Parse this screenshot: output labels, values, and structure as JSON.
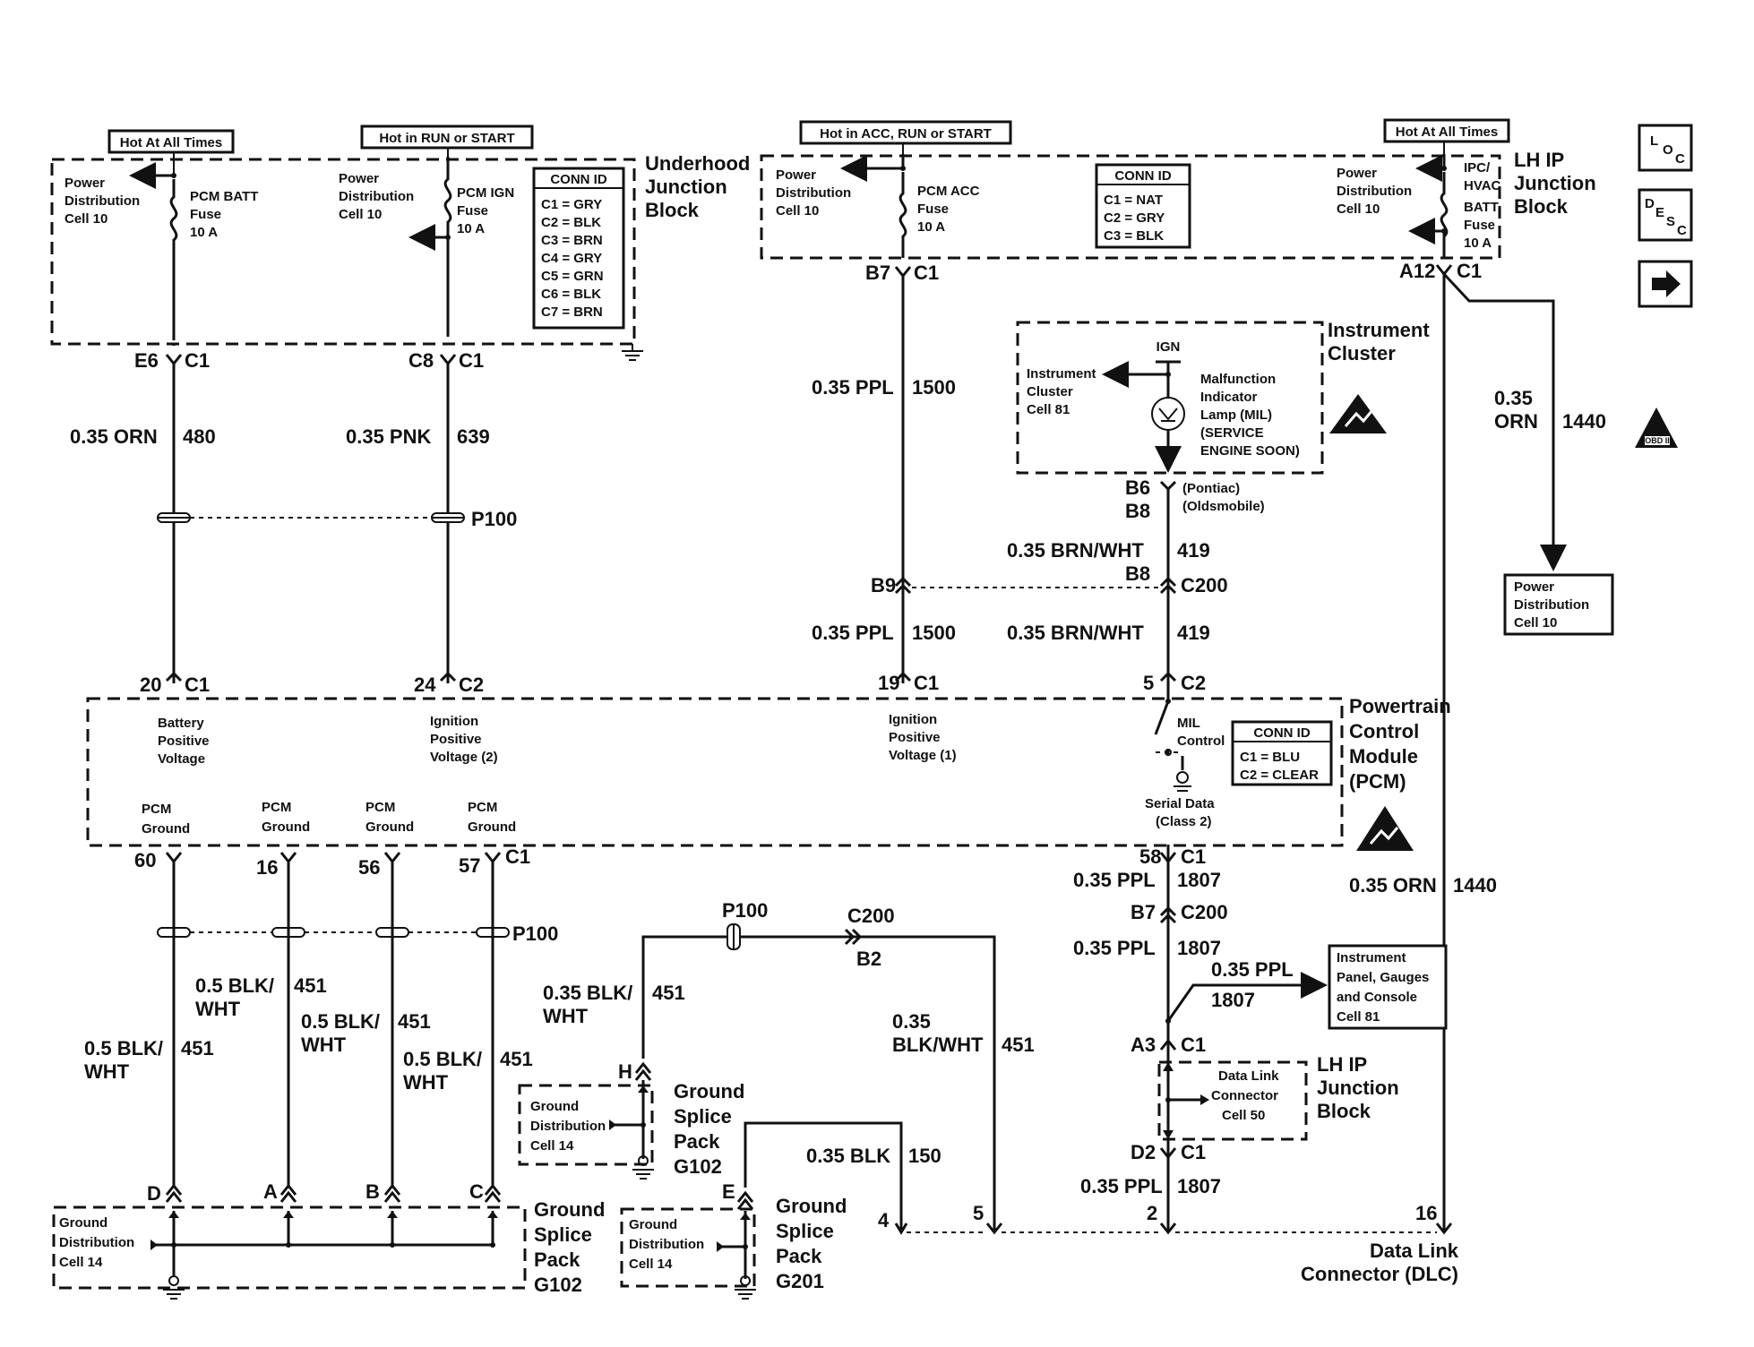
{
  "hot_labels": {
    "batt": "Hot At All Times",
    "ign": "Hot in RUN or START",
    "acc": "Hot in ACC, RUN or START",
    "lhip": "Hot At All Times"
  },
  "underhood_jb": {
    "title": [
      "Underhood",
      "Junction",
      "Block"
    ],
    "fuse1": {
      "power": [
        "Power",
        "Distribution",
        "Cell 10"
      ],
      "name": [
        "PCM BATT",
        "Fuse",
        "10 A"
      ]
    },
    "fuse2": {
      "power": [
        "Power",
        "Distribution",
        "Cell 10"
      ],
      "name": [
        "PCM IGN",
        "Fuse",
        "10 A"
      ]
    },
    "conn_id": {
      "title": "CONN ID",
      "rows": [
        "C1 = GRY",
        "C2 = BLK",
        "C3 = BRN",
        "C4 = GRY",
        "C5 = GRN",
        "C6 = BLK",
        "C7 = BRN"
      ]
    }
  },
  "lhip_jb": {
    "title": [
      "LH IP",
      "Junction",
      "Block"
    ],
    "fuse_acc": {
      "power": [
        "Power",
        "Distribution",
        "Cell 10"
      ],
      "name": [
        "PCM ACC",
        "Fuse",
        "10 A"
      ]
    },
    "fuse_hvac": {
      "power": [
        "Power",
        "Distribution",
        "Cell 10"
      ],
      "name": [
        "IPC/",
        "HVAC",
        "BATT",
        "Fuse",
        "10 A"
      ]
    },
    "conn_id": {
      "title": "CONN ID",
      "rows": [
        "C1 = NAT",
        "C2 = GRY",
        "C3 = BLK"
      ]
    }
  },
  "side_icons": {
    "loc": "LOC",
    "desc": "DESC",
    "obd": "OBD II"
  },
  "instrument_cluster": {
    "title": [
      "Instrument",
      "Cluster"
    ],
    "ign": "IGN",
    "cell": [
      "Instrument",
      "Cluster",
      "Cell 81"
    ],
    "lamp": [
      "Malfunction",
      "Indicator",
      "Lamp (MIL)",
      "(SERVICE",
      "ENGINE SOON)"
    ]
  },
  "pcm": {
    "title": [
      "Powertrain",
      "Control",
      "Module",
      "(PCM)"
    ],
    "pins": {
      "batt": "Battery Positive Voltage",
      "ign2": "Ignition Positive Voltage (2)",
      "ign1": "Ignition Positive Voltage (1)",
      "mil": "MIL Control",
      "serial": "Serial Data (Class 2)"
    },
    "batt_lines": [
      "Battery",
      "Positive",
      "Voltage"
    ],
    "ign2_lines": [
      "Ignition",
      "Positive",
      "Voltage (2)"
    ],
    "ign1_lines": [
      "Ignition",
      "Positive",
      "Voltage (1)"
    ],
    "mil_lines": [
      "MIL",
      "Control"
    ],
    "serial_lines": [
      "Serial Data",
      "(Class 2)"
    ],
    "ground_lines": [
      "PCM",
      "Ground"
    ],
    "conn_id": {
      "title": "CONN ID",
      "rows": [
        "C1 = BLU",
        "C2 = CLEAR"
      ]
    }
  },
  "connectors": {
    "e6": "E6",
    "c8": "C8",
    "c1": "C1",
    "c2": "C2",
    "b7": "B7",
    "a12": "A12",
    "b6": "B6",
    "b8": "B8",
    "b8b": "B8",
    "b9": "B9",
    "c200": "C200",
    "p100": "P100",
    "pontiac": "(Pontiac)",
    "olds": "(Oldsmobile)",
    "pin20": "20",
    "pin24": "24",
    "pin19": "19",
    "pin5": "5",
    "pin60": "60",
    "pin16": "16",
    "pin56": "56",
    "pin57": "57",
    "pin58": "58",
    "b7c200": "B7",
    "a3": "A3",
    "d2": "D2",
    "b2": "B2",
    "h": "H",
    "e": "E",
    "d": "D",
    "a": "A",
    "b": "B",
    "c": "C",
    "dlc4": "4",
    "dlc5": "5",
    "dlc2": "2",
    "dlc16": "16"
  },
  "wires": {
    "w480": {
      "gauge": "0.35 ORN",
      "circuit": "480"
    },
    "w639": {
      "gauge": "0.35 PNK",
      "circuit": "639"
    },
    "w1500a": {
      "gauge": "0.35 PPL",
      "circuit": "1500"
    },
    "w1500b": {
      "gauge": "0.35 PPL",
      "circuit": "1500"
    },
    "w419a": {
      "gauge": "0.35 BRN/WHT",
      "circuit": "419"
    },
    "w419b": {
      "gauge": "0.35 BRN/WHT",
      "circuit": "419"
    },
    "w1440a": {
      "gauge": [
        "0.35",
        "ORN"
      ],
      "circuit": "1440"
    },
    "w1440b": {
      "gauge": "0.35 ORN",
      "circuit": "1440"
    },
    "w1807a": {
      "gauge": "0.35 PPL",
      "circuit": "1807"
    },
    "w1807b": {
      "gauge": "0.35 PPL",
      "circuit": "1807"
    },
    "w1807c": {
      "gauge": "0.35 PPL",
      "circuit": "1807"
    },
    "w1807d": {
      "gauge": "0.35 PPL",
      "circuit": "1807"
    },
    "w451a": {
      "gauge": [
        "0.5 BLK/",
        "WHT"
      ],
      "circuit": "451"
    },
    "w451b": {
      "gauge": [
        "0.5 BLK/",
        "WHT"
      ],
      "circuit": "451"
    },
    "w451c": {
      "gauge": [
        "0.5 BLK/",
        "WHT"
      ],
      "circuit": "451"
    },
    "w451d": {
      "gauge": [
        "0.5 BLK/",
        "WHT"
      ],
      "circuit": "451"
    },
    "w451e": {
      "gauge": [
        "0.35 BLK/",
        "WHT"
      ],
      "circuit": "451"
    },
    "w451f": {
      "gauge": [
        "0.35",
        "BLK/WHT"
      ],
      "circuit": "451"
    },
    "w150": {
      "gauge": "0.35 BLK",
      "circuit": "150"
    }
  },
  "boxes": {
    "pwr_dist": [
      "Power",
      "Distribution",
      "Cell 10"
    ],
    "ipgauges": [
      "Instrument",
      "Panel, Gauges",
      "and Console",
      "Cell 81"
    ],
    "dlc_conn": [
      "Data Link",
      "Connector",
      "Cell 50"
    ],
    "lhip2_title": [
      "LH IP",
      "Junction",
      "Block"
    ],
    "gnd_dist": [
      "Ground",
      "Distribution",
      "Cell 14"
    ]
  },
  "splice": {
    "g102a": [
      "Ground",
      "Splice",
      "Pack",
      "G102"
    ],
    "g102b": [
      "Ground",
      "Splice",
      "Pack",
      "G102"
    ],
    "g201": [
      "Ground",
      "Splice",
      "Pack",
      "G201"
    ]
  },
  "dlc": {
    "title": [
      "Data Link",
      "Connector (DLC)"
    ]
  }
}
